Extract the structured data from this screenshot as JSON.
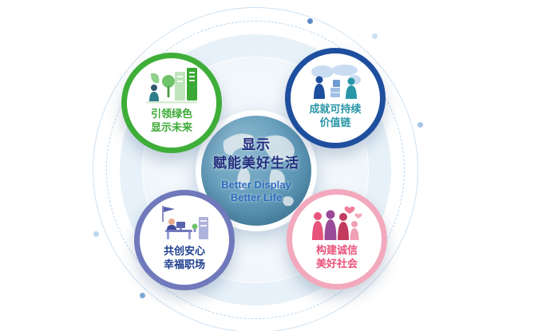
{
  "diagram": {
    "center": {
      "title_line1": "显示",
      "title_line2": "赋能美好生活",
      "subtitle_line1": "Better Display",
      "subtitle_line2": "Better Life"
    },
    "satellites": [
      {
        "id": "green-display-future",
        "line1": "引领绿色",
        "line2": "显示未来",
        "ring_color": "#3fae39",
        "text_color": "#3aa935",
        "icon": "green-city-icon"
      },
      {
        "id": "sustainable-value-chain",
        "line1": "成就可持续",
        "line2": "价值链",
        "ring_color": "#1e4f9f",
        "text_color": "#2a96a8",
        "icon": "global-trade-icon"
      },
      {
        "id": "happy-workplace",
        "line1": "共创安心",
        "line2": "幸福职场",
        "ring_color": "#7079bb",
        "text_color": "#1e3f8f",
        "icon": "office-workplace-icon"
      },
      {
        "id": "trustworthy-society",
        "line1": "构建诚信",
        "line2": "美好社会",
        "ring_color": "#f3a9bd",
        "text_color": "#e8537c",
        "icon": "community-people-icon"
      }
    ],
    "colors": {
      "center_title": "#222d7e",
      "center_subtitle": "#2f6cc0",
      "globe_ocean": "#639cba",
      "background_ring": "#cfe1f1"
    }
  }
}
